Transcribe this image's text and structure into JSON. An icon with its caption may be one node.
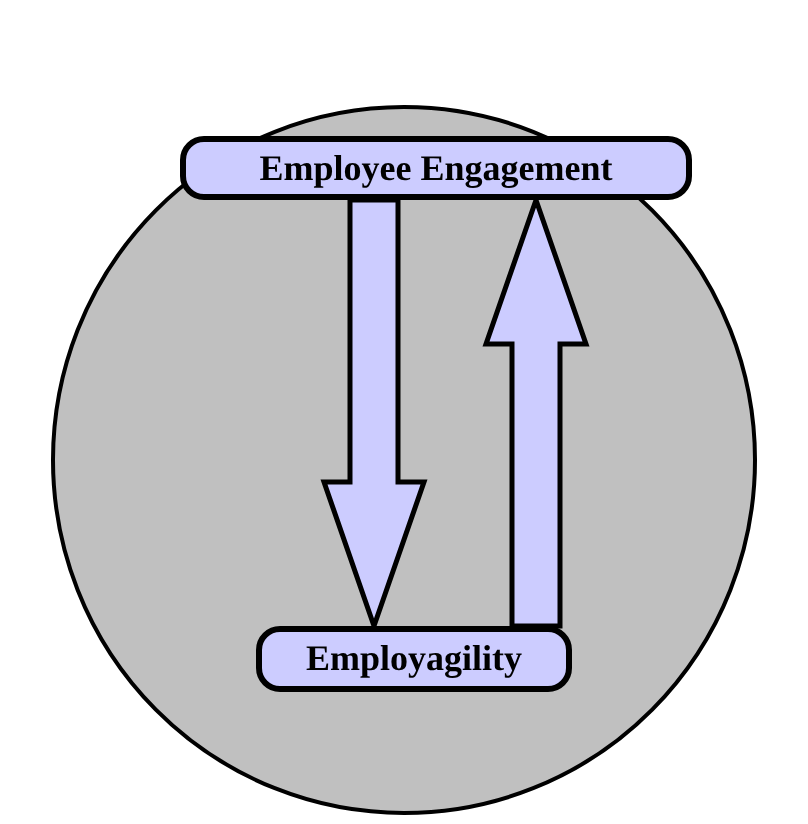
{
  "diagram": {
    "nodes": [
      {
        "text": [],
        "shape": "circle"
      },
      {
        "text": [
          "Employee Engagement"
        ],
        "in": 0
      },
      {
        "text": [
          "Employagility"
        ],
        "in": 0
      }
    ],
    "edges": [
      {
        "from": 1,
        "to": 2,
        "arrow": "to",
        "style": "thick"
      },
      {
        "from": 2,
        "to": 1,
        "arrow": "to",
        "style": "thick"
      }
    ]
  }
}
